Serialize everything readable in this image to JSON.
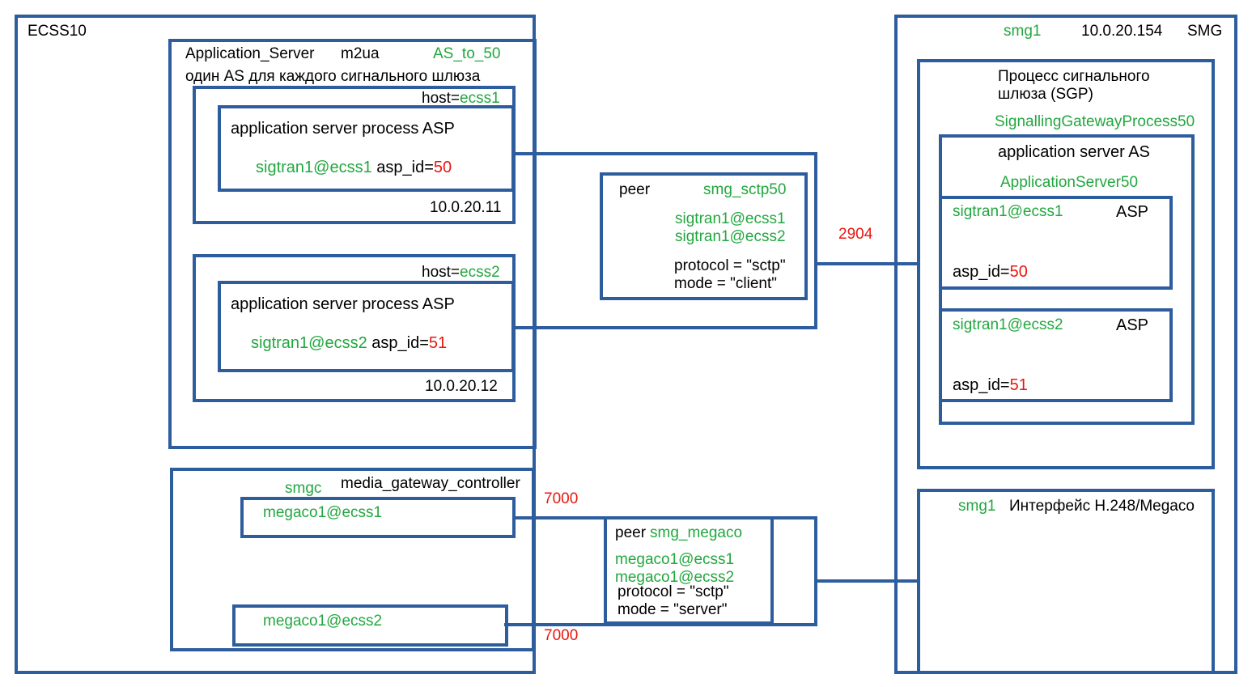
{
  "ecss": {
    "title": "ECSS10",
    "as_block": {
      "label": "Application_Server",
      "type": "m2ua",
      "name": "AS_to_50",
      "note": "один AS для каждого сигнального шлюза",
      "hosts": [
        {
          "host_prefix": "host=",
          "host": "ecss1",
          "asp_title": "application server process ASP",
          "sigtran": "sigtran1@ecss1",
          "asp_id_label": "asp_id=",
          "asp_id": "50",
          "ip": "10.0.20.11"
        },
        {
          "host_prefix": "host=",
          "host": "ecss2",
          "asp_title": "application server process ASP",
          "sigtran": "sigtran1@ecss2",
          "asp_id_label": "asp_id=",
          "asp_id": "51",
          "ip": "10.0.20.12"
        }
      ]
    },
    "mgc_block": {
      "name": "smgc",
      "label": "media_gateway_controller",
      "nodes": [
        "megaco1@ecss1",
        "megaco1@ecss2"
      ]
    }
  },
  "peer_sctp": {
    "label": "peer",
    "name": "smg_sctp50",
    "members": [
      "sigtran1@ecss1",
      "sigtran1@ecss2"
    ],
    "protocol": "protocol = \"sctp\"",
    "mode": "mode = \"client\""
  },
  "peer_megaco": {
    "label": "peer",
    "name": "smg_megaco",
    "members": [
      "megaco1@ecss1",
      "megaco1@ecss2"
    ],
    "protocol": "protocol = \"sctp\"",
    "mode": "mode = \"server\""
  },
  "ports": {
    "sctp": "2904",
    "megaco_1": "7000",
    "megaco_2": "7000"
  },
  "smg": {
    "name": "smg1",
    "ip": "10.0.20.154",
    "title": "SMG",
    "sgp": {
      "title_line1": "Процесс сигнального",
      "title_line2": "шлюза (SGP)",
      "name": "SignallingGatewayProcess50",
      "as_title": "application server AS",
      "as_name": "ApplicationServer50",
      "asps": [
        {
          "sigtran": "sigtran1@ecss1",
          "label": "ASP",
          "asp_id_label": "asp_id=",
          "asp_id": "50"
        },
        {
          "sigtran": "sigtran1@ecss2",
          "label": "ASP",
          "asp_id_label": "asp_id=",
          "asp_id": "51"
        }
      ]
    },
    "h248": {
      "name": "smg1",
      "label": "Интерфейс H.248/Megaco"
    }
  },
  "colors": {
    "border": "#2e5d9e",
    "green": "#22a73f",
    "red": "#e8170f"
  }
}
